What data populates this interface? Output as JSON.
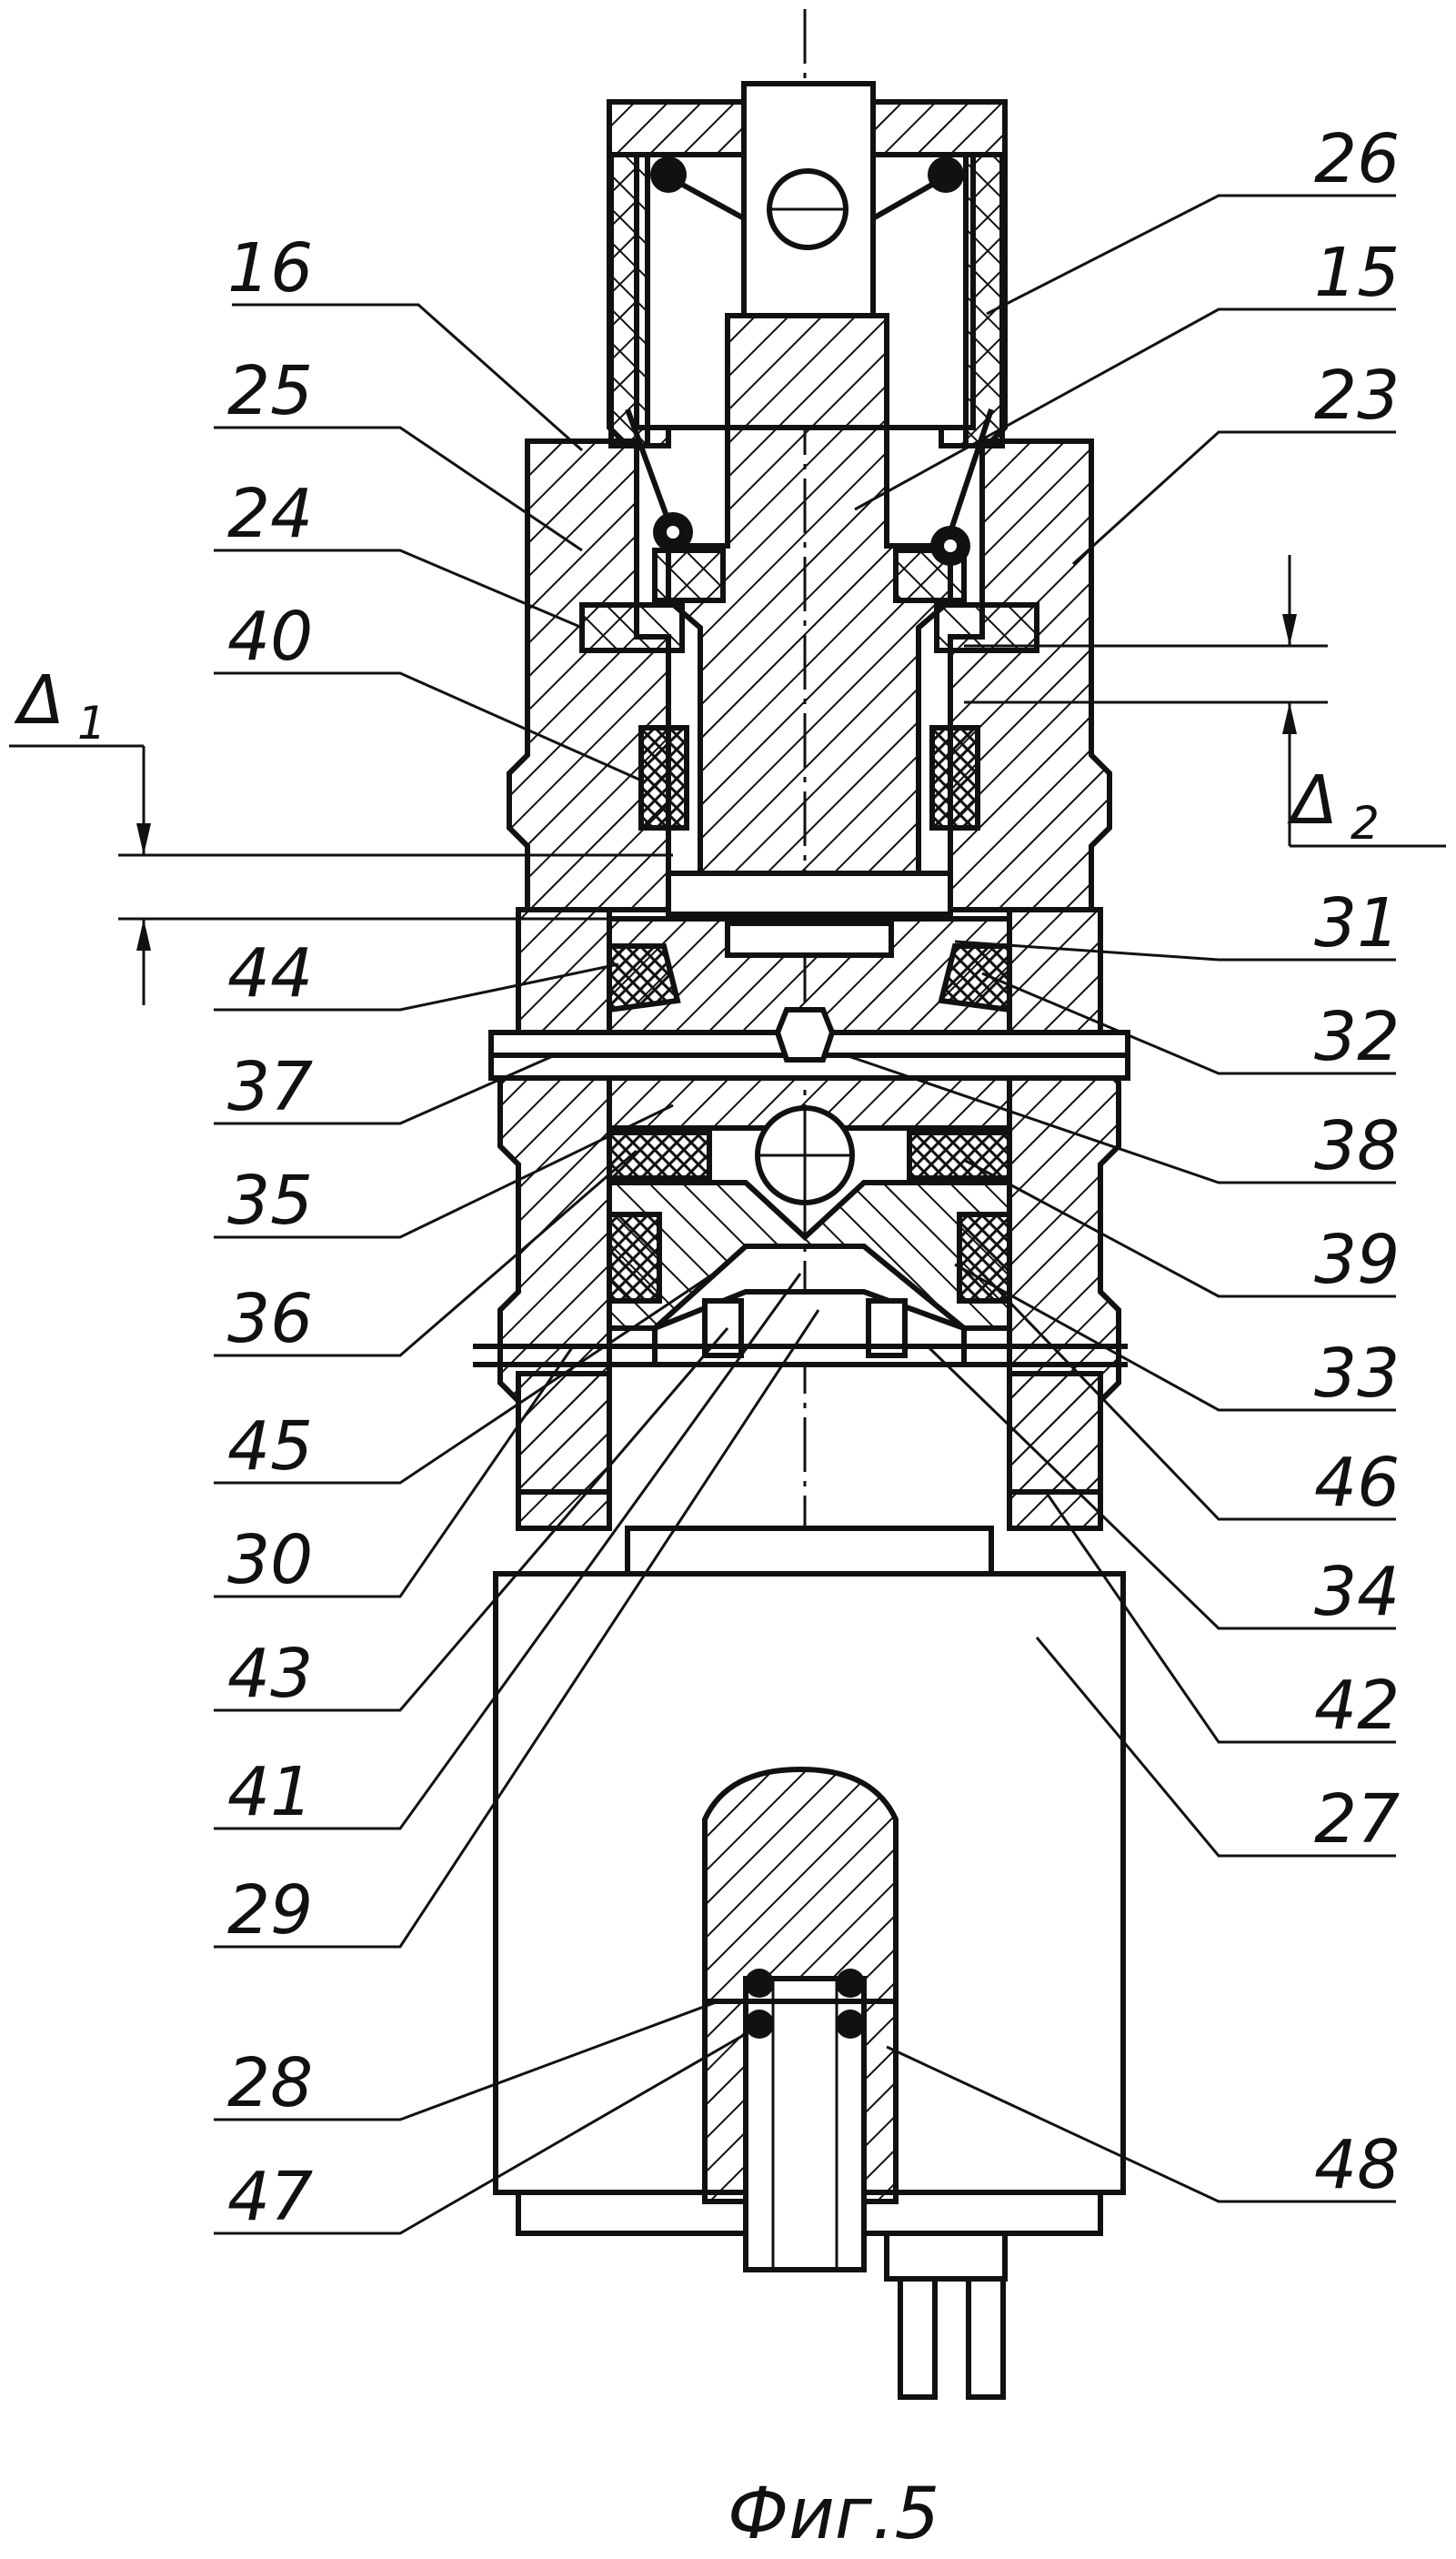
{
  "figure": {
    "caption": "Фиг.5",
    "labels_left": [
      "16",
      "25",
      "24",
      "40",
      "44",
      "37",
      "35",
      "36",
      "45",
      "30",
      "43",
      "41",
      "29",
      "28",
      "47"
    ],
    "labels_right": [
      "26",
      "15",
      "23",
      "31",
      "32",
      "38",
      "39",
      "33",
      "46",
      "34",
      "42",
      "27",
      "48"
    ],
    "delta1": {
      "symbol": "Δ",
      "index": "1"
    },
    "delta2": {
      "symbol": "Δ",
      "index": "2"
    }
  }
}
